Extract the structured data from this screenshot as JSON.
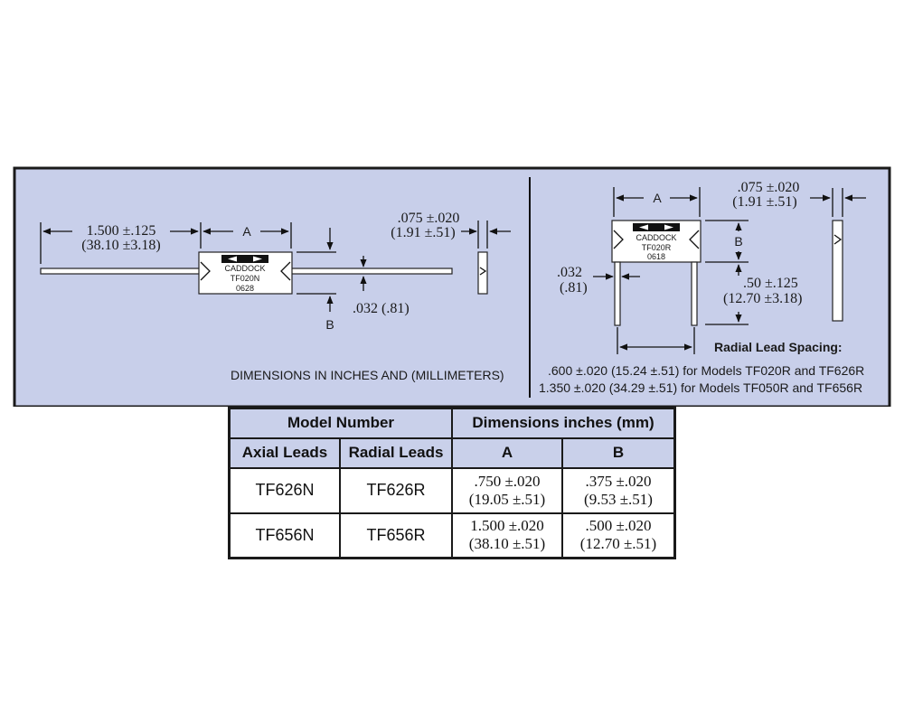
{
  "axial": {
    "lead_length": "1.500 ±.125",
    "lead_length_mm": "(38.10 ±3.18)",
    "dim_a": "A",
    "body_thickness": ".075 ±.020",
    "body_thickness_mm": "(1.91 ±.51)",
    "lead_diameter": ".032 (.81)",
    "dim_b": "B",
    "marking": [
      "CADDOCK",
      "TF020N",
      "0628"
    ]
  },
  "radial": {
    "dim_a": "A",
    "body_thickness": ".075 ±.020",
    "body_thickness_mm": "(1.91 ±.51)",
    "dim_b": "B",
    "lead_diameter": ".032",
    "lead_diameter_mm": "(.81)",
    "lead_length": ".50 ±.125",
    "lead_length_mm": "(12.70 ±3.18)",
    "marking": [
      "CADDOCK",
      "TF020R",
      "0618"
    ],
    "spacing_title": "Radial Lead Spacing:",
    "spacing_line_1": ".600 ±.020 (15.24 ±.51) for Models TF020R and TF626R",
    "spacing_line_2": "1.350 ±.020 (34.29 ±.51) for Models TF050R and TF656R"
  },
  "units_note": "DIMENSIONS IN INCHES AND (MILLIMETERS)",
  "table": {
    "header_model": "Model Number",
    "header_dims": "Dimensions  inches (mm)",
    "sub_axial": "Axial Leads",
    "sub_radial": "Radial Leads",
    "sub_a": "A",
    "sub_b": "B",
    "rows": [
      {
        "axial": "TF626N",
        "radial": "TF626R",
        "a": ".750 ±.020",
        "a_mm": "(19.05 ±.51)",
        "b": ".375 ±.020",
        "b_mm": "(9.53 ±.51)"
      },
      {
        "axial": "TF656N",
        "radial": "TF656R",
        "a": "1.500 ±.020",
        "a_mm": "(38.10 ±.51)",
        "b": ".500 ±.020",
        "b_mm": "(12.70 ±.51)"
      }
    ]
  },
  "colors": {
    "panel_bg": "#c8cfea",
    "border": "#1a1a1a",
    "header_bg": "#c9d0ea"
  }
}
